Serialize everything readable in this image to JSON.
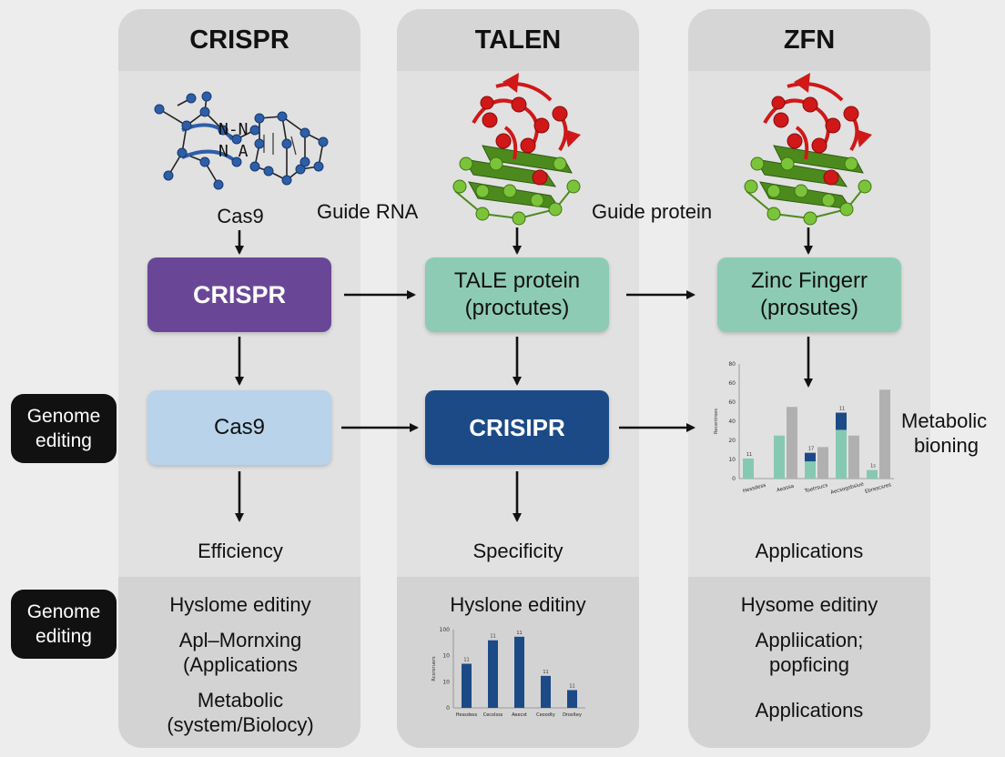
{
  "columns": [
    {
      "title": "CRISPR"
    },
    {
      "title": "TALEN"
    },
    {
      "title": "ZFN"
    }
  ],
  "labels": {
    "cas9_top": "Cas9",
    "guide_rna": "Guide RNA",
    "guide_protein": "Guide protein",
    "dna_glyph_1": "N-N",
    "dna_glyph_2": "N A",
    "metabolic_1": "Metabolic",
    "metabolic_2": "bioning"
  },
  "boxes": {
    "crispr_top": {
      "line1": "CRISPR",
      "color": "#6a4796"
    },
    "tale": {
      "line1": "TALE protein",
      "line2": "(proctutes)",
      "color": "#8ecbb4"
    },
    "zinc": {
      "line1": "Zinc Fingerr",
      "line2": "(prosutes)",
      "color": "#8ecbb4"
    },
    "cas9": {
      "line1": "Cas9",
      "color": "#b8d3ea"
    },
    "crispr_mid": {
      "line1": "CRISIPR",
      "color": "#1c4a86"
    }
  },
  "side_labels": [
    {
      "line1": "Genome",
      "line2": "editing"
    },
    {
      "line1": "Genome",
      "line2": "editing"
    }
  ],
  "row_labels": [
    "Efficiency",
    "Specificity",
    "Applications"
  ],
  "footer": {
    "crispr": [
      "Hyslome editiny",
      "Apl–Mornxing",
      "(Applications",
      "Metabolic",
      "(system/Biolocy)"
    ],
    "talen": [
      "Hyslone editiny"
    ],
    "zfn": [
      "Hysome editiny",
      "Appliication;",
      "popficing",
      "Applications"
    ]
  },
  "colors": {
    "crispr_purple": "#6a4796",
    "mint": "#8ecbb4",
    "light_blue": "#b8d3ea",
    "navy": "#1c4a86",
    "atom_blue": "#2e5ea8",
    "atom_red": "#d01818",
    "atom_green": "#6fbb2e",
    "bar_teal": "#86c9b3",
    "bar_gray": "#b0b0b0"
  },
  "chart_data": [
    {
      "type": "bar",
      "title": "",
      "categories": [
        "Hessdess",
        "Aeassa",
        "Toetrsucs",
        "Aecsogsbsiue",
        "Ebrescsres"
      ],
      "series": [
        {
          "values": [
            14,
            30,
            12,
            34,
            6
          ]
        },
        {
          "values": [
            0,
            0,
            6,
            12,
            0
          ]
        },
        {
          "values": [
            0,
            50,
            22,
            30,
            62
          ]
        }
      ],
      "bar_labels": [
        "11",
        "",
        "17",
        "11",
        "1s"
      ],
      "ylim": [
        0,
        80
      ],
      "yticks": [
        "80",
        "60",
        "60",
        "40",
        "20",
        "10",
        "0"
      ],
      "ylabel": "Recentroes",
      "xlabel": ""
    },
    {
      "type": "bar",
      "title": "",
      "categories": [
        "Hessdess",
        "Cecolsss",
        "Aeecst",
        "Ceoodty",
        "Drosltey"
      ],
      "values": [
        62,
        95,
        100,
        45,
        25
      ],
      "bar_labels": [
        "11",
        "11",
        "11",
        "11",
        "11"
      ],
      "ylim": [
        0,
        110
      ],
      "yticks": [
        "100",
        "10",
        "10",
        "0"
      ],
      "ylabel": "Rcoreruers",
      "xlabel": ""
    }
  ]
}
